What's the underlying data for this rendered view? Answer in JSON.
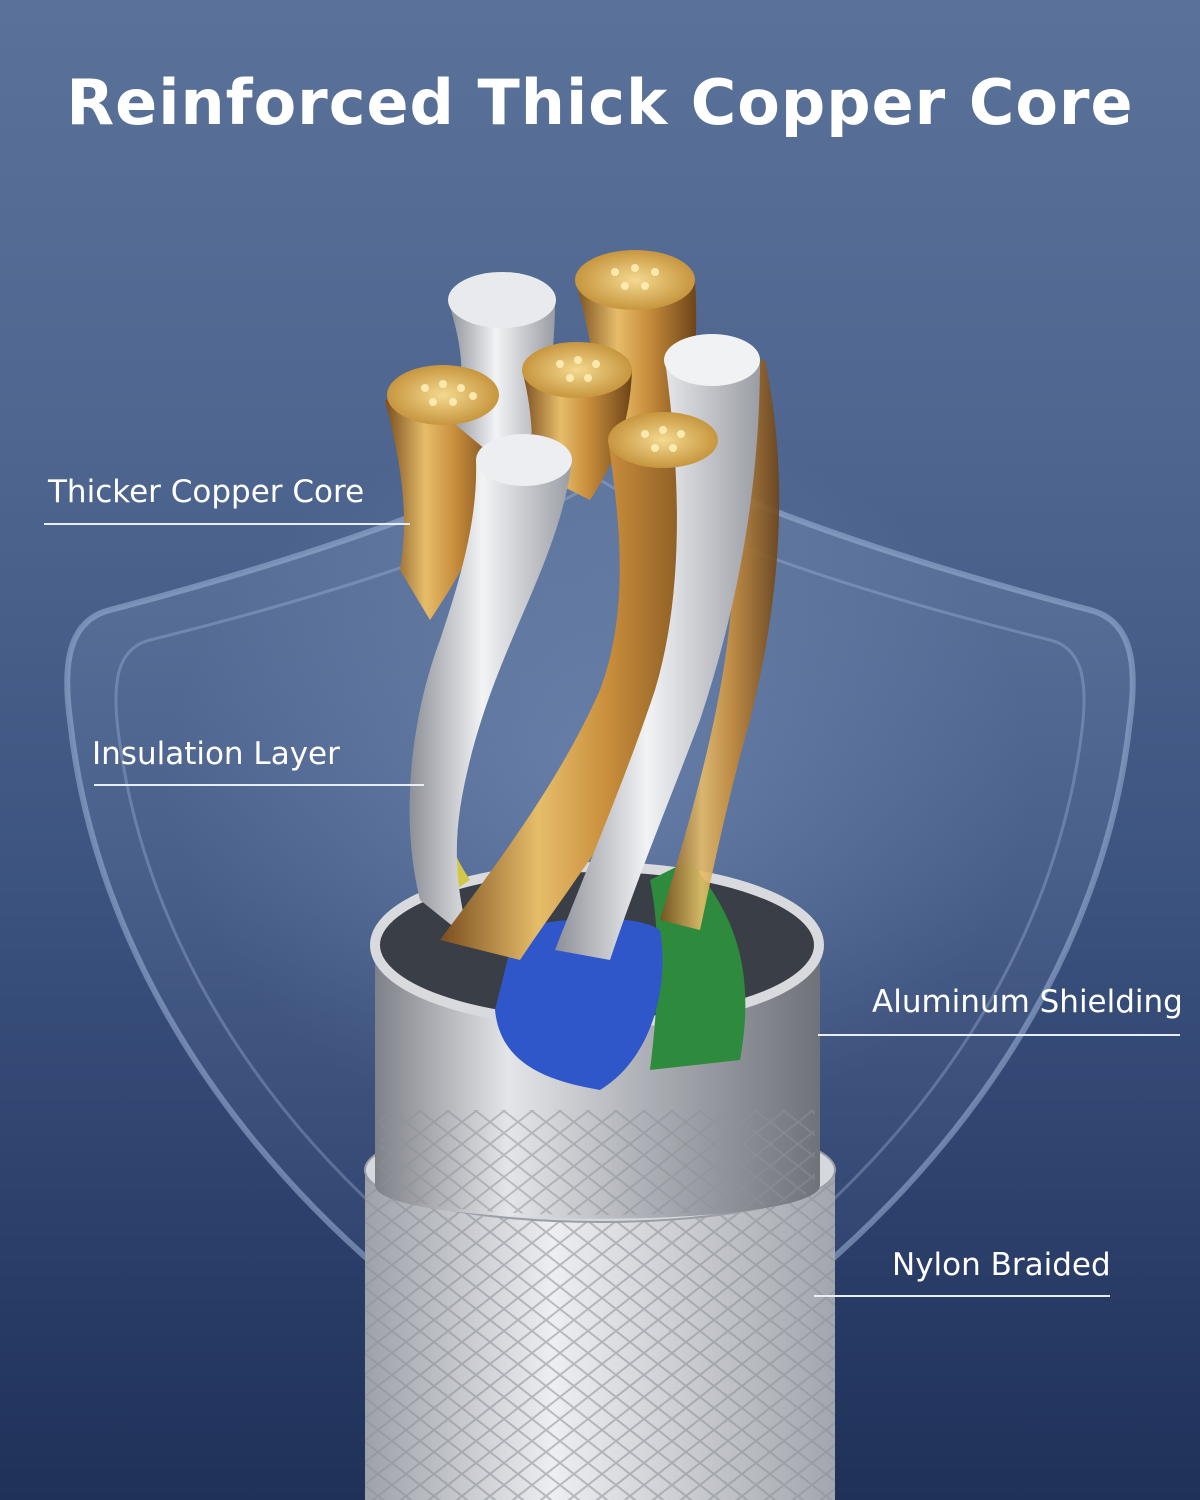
{
  "title": "Reinforced Thick Copper Core",
  "labels": {
    "copper_core": "Thicker Copper Core",
    "insulation": "Insulation Layer",
    "aluminum": "Aluminum Shielding",
    "nylon": "Nylon Braided"
  },
  "colors": {
    "background_top": "#5a7299",
    "background_bottom": "#1f3158",
    "text": "#ffffff",
    "copper": "#d9a84e",
    "insulation_white": "#e4e6ea",
    "aluminum": "#b9bcc2",
    "blue_wire": "#2f57c9",
    "green_wire": "#2e8a3c"
  }
}
